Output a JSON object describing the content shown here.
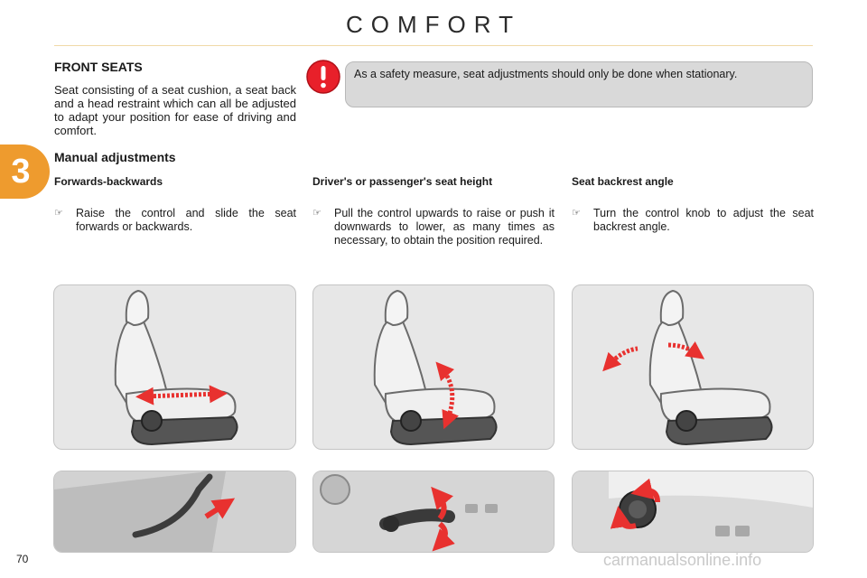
{
  "header": {
    "title": "COMFORT"
  },
  "chapter": {
    "number": "3",
    "color": "#ee9b2e"
  },
  "front_seats": {
    "heading": "FRONT SEATS",
    "intro": "Seat consisting of a seat cushion, a seat back and a head restraint which can all be adjusted to adapt your position for ease of driving and comfort."
  },
  "warning": {
    "text": "As a safety measure, seat adjustments should only be done when stationary.",
    "icon": "exclamation-icon",
    "icon_color": "#e8202a"
  },
  "manual": {
    "heading": "Manual adjustments",
    "columns": [
      {
        "title": "Forwards-backwards",
        "instruction": "Raise the control and slide the seat forwards or backwards."
      },
      {
        "title": "Driver's or passenger's seat height",
        "instruction": "Pull the control upwards to raise or push it downwards to lower, as many times as necessary, to obtain the position required."
      },
      {
        "title": "Seat backrest angle",
        "instruction": "Turn the control knob to adjust the seat backrest angle."
      }
    ],
    "bullet_icon": "hand-pointer-icon",
    "arrow_color": "#e8312f"
  },
  "footer": {
    "page_number": "70",
    "watermark": "carmanualsonline.info"
  }
}
